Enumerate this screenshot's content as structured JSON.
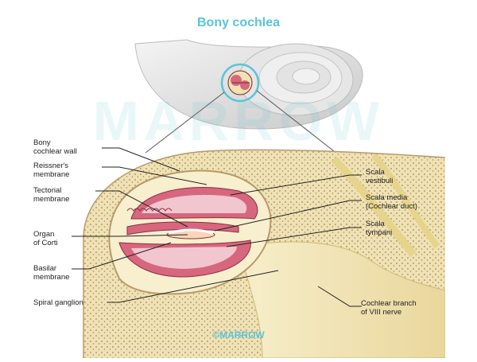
{
  "title": "Bony cochlea",
  "watermark": "MARROW",
  "footer": "©MARROW",
  "colors": {
    "accent": "#5bc5d6",
    "bone_fill": "#efe2b4",
    "bone_dots": "#b89a6a",
    "membrane": "#d7677e",
    "membrane_light": "#f2c6cf",
    "nerve": "#f3e6b2",
    "shell": "#dcdcdc",
    "line": "#222222"
  },
  "labels": {
    "bony_cochlear_wall": [
      "Bony",
      "cochlear wall"
    ],
    "reissners_membrane": [
      "Reissner's",
      "membrane"
    ],
    "tectorial_membrane": [
      "Tectorial",
      "membrane"
    ],
    "organ_of_corti": [
      "Organ",
      "of Corti"
    ],
    "basilar_membrane": [
      "Basilar",
      "membrane"
    ],
    "spiral_ganglion": [
      "Spiral ganglion"
    ],
    "scala_vestibuli": [
      "Scala",
      "vestibuli"
    ],
    "scala_media": [
      "Scala media",
      "(Cochlear duct)"
    ],
    "scala_tympani": [
      "Scala",
      "tympani"
    ],
    "cochlear_branch": [
      "Cochlear branch",
      "of VIII nerve"
    ]
  }
}
